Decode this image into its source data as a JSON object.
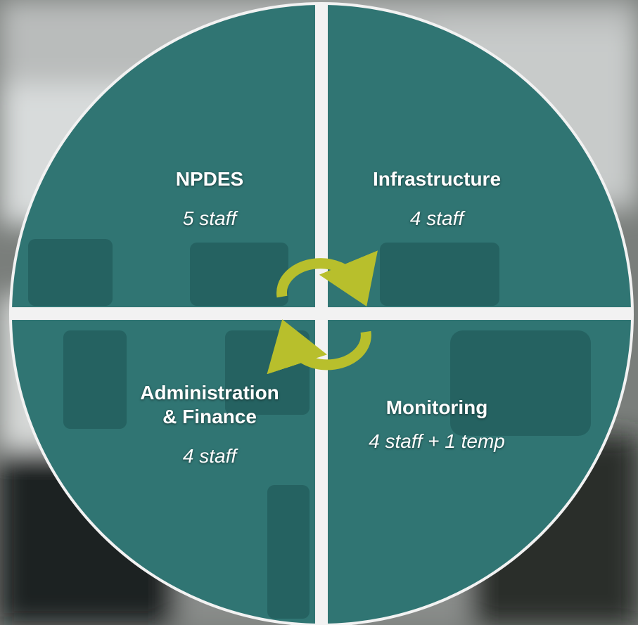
{
  "quadrants": {
    "top_left": {
      "title": "NPDES",
      "subtitle": "5 staff"
    },
    "top_right": {
      "title": "Infrastructure",
      "subtitle": "4 staff"
    },
    "bottom_left": {
      "title_line1": "Administration",
      "title_line2": "& Finance",
      "subtitle": "4 staff"
    },
    "bottom_right": {
      "title": "Monitoring",
      "subtitle": "4 staff + 1 temp"
    }
  },
  "colors": {
    "quadrant_fill": "#1f6a68",
    "divider": "#f2f2f2",
    "arrow": "#b8bf2c",
    "background": "#6b6f6c"
  },
  "icons": {
    "center": "cycle-arrows-icon"
  }
}
